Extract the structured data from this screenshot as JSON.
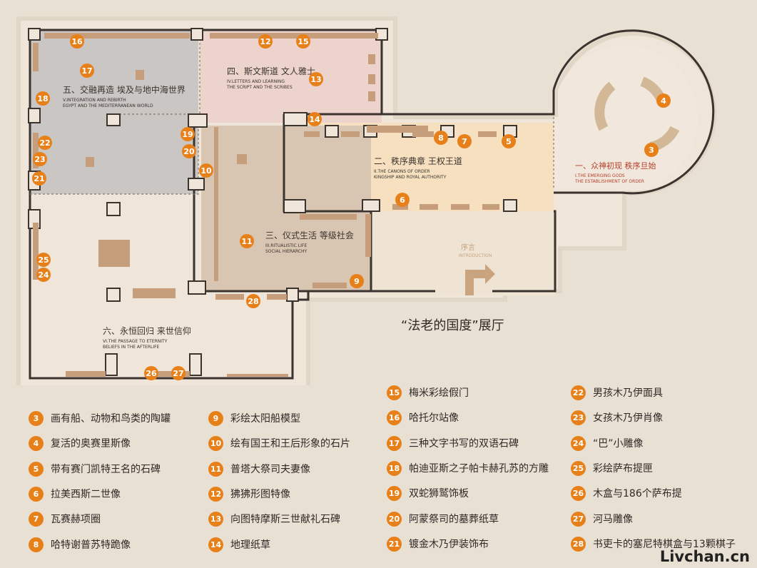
{
  "hall_title": "“法老的国度”展厅",
  "watermark": "Livchan.cn",
  "colors": {
    "accent": "#e8801a",
    "zone_gods_text": "#b5412c",
    "zone5_fill": "#c9c6c4",
    "zone4_fill": "#ecd3cc",
    "zone2_fill": "#f6e0bf",
    "zone3_fill": "#d9c6b2",
    "floor": "#efe5d9",
    "wall": "#3a332e"
  },
  "zones": [
    {
      "id": "zone-1",
      "cn": "一、众神初现 秩序旦始",
      "en1": "I.THE EMERGING GODS",
      "en2": "THE ESTABLISHMENT OF ORDER"
    },
    {
      "id": "zone-2",
      "cn": "二、秩序典章 王权王道",
      "en1": "II.THE CANONS OF ORDER",
      "en2": "KINGSHIP AND ROYAL AUTHORITY"
    },
    {
      "id": "zone-3",
      "cn": "三、仪式生活 等级社会",
      "en1": "III.RITUALISTIC LIFE",
      "en2": "SOCIAL HIERARCHY"
    },
    {
      "id": "zone-4",
      "cn": "四、斯文斯道 文人雅士",
      "en1": "IV.LETTERS AND LEARNING",
      "en2": "THE SCRIPT AND THE SCRIBES"
    },
    {
      "id": "zone-5",
      "cn": "五、交融再造 埃及与地中海世界",
      "en1": "V.INTEGRATION AND REBIRTH",
      "en2": "EGYPT AND THE MEDITERRANEAN WORLD"
    },
    {
      "id": "zone-6",
      "cn": "六、永恒回归 来世信仰",
      "en1": "VI.THE PASSAGE TO ETERNITY",
      "en2": "BELIEFS IN THE AFTERLIFE"
    }
  ],
  "intro": {
    "cn": "序言",
    "en": "INTRODUCTION"
  },
  "markers": [
    "3",
    "4",
    "5",
    "6",
    "7",
    "8",
    "9",
    "10",
    "11",
    "12",
    "13",
    "14",
    "15",
    "16",
    "17",
    "18",
    "19",
    "20",
    "21",
    "22",
    "23",
    "24",
    "25",
    "26",
    "27",
    "28"
  ],
  "legend": [
    {
      "num": "3",
      "label": "画有船、动物和鸟类的陶罐"
    },
    {
      "num": "4",
      "label": "复活的奥赛里斯像"
    },
    {
      "num": "5",
      "label": "带有赛门凯特王名的石碑"
    },
    {
      "num": "6",
      "label": "拉美西斯二世像"
    },
    {
      "num": "7",
      "label": "瓦赛赫项圈"
    },
    {
      "num": "8",
      "label": "哈特谢普苏特跪像"
    },
    {
      "num": "9",
      "label": "彩绘太阳船模型"
    },
    {
      "num": "10",
      "label": "绘有国王和王后形象的石片"
    },
    {
      "num": "11",
      "label": "普塔大祭司夫妻像"
    },
    {
      "num": "12",
      "label": "狒狒形图特像"
    },
    {
      "num": "13",
      "label": "向图特摩斯三世献礼石碑"
    },
    {
      "num": "14",
      "label": "地理纸草"
    },
    {
      "num": "15",
      "label": "梅米彩绘假门"
    },
    {
      "num": "16",
      "label": "哈托尔站像"
    },
    {
      "num": "17",
      "label": "三种文字书写的双语石碑"
    },
    {
      "num": "18",
      "label": "帕迪亚斯之子帕卡赫孔苏的方雕"
    },
    {
      "num": "19",
      "label": "双蛇狮鹫饰板"
    },
    {
      "num": "20",
      "label": "阿蒙祭司的墓葬纸草"
    },
    {
      "num": "21",
      "label": "镀金木乃伊装饰布"
    },
    {
      "num": "22",
      "label": "男孩木乃伊面具"
    },
    {
      "num": "23",
      "label": "女孩木乃伊肖像"
    },
    {
      "num": "24",
      "label": "“巴”小雕像"
    },
    {
      "num": "25",
      "label": "彩绘萨布提匣"
    },
    {
      "num": "26",
      "label": "木盒与186个萨布提"
    },
    {
      "num": "27",
      "label": "河马雕像"
    },
    {
      "num": "28",
      "label": "书吏卡的塞尼特棋盒与13颗棋子"
    }
  ]
}
